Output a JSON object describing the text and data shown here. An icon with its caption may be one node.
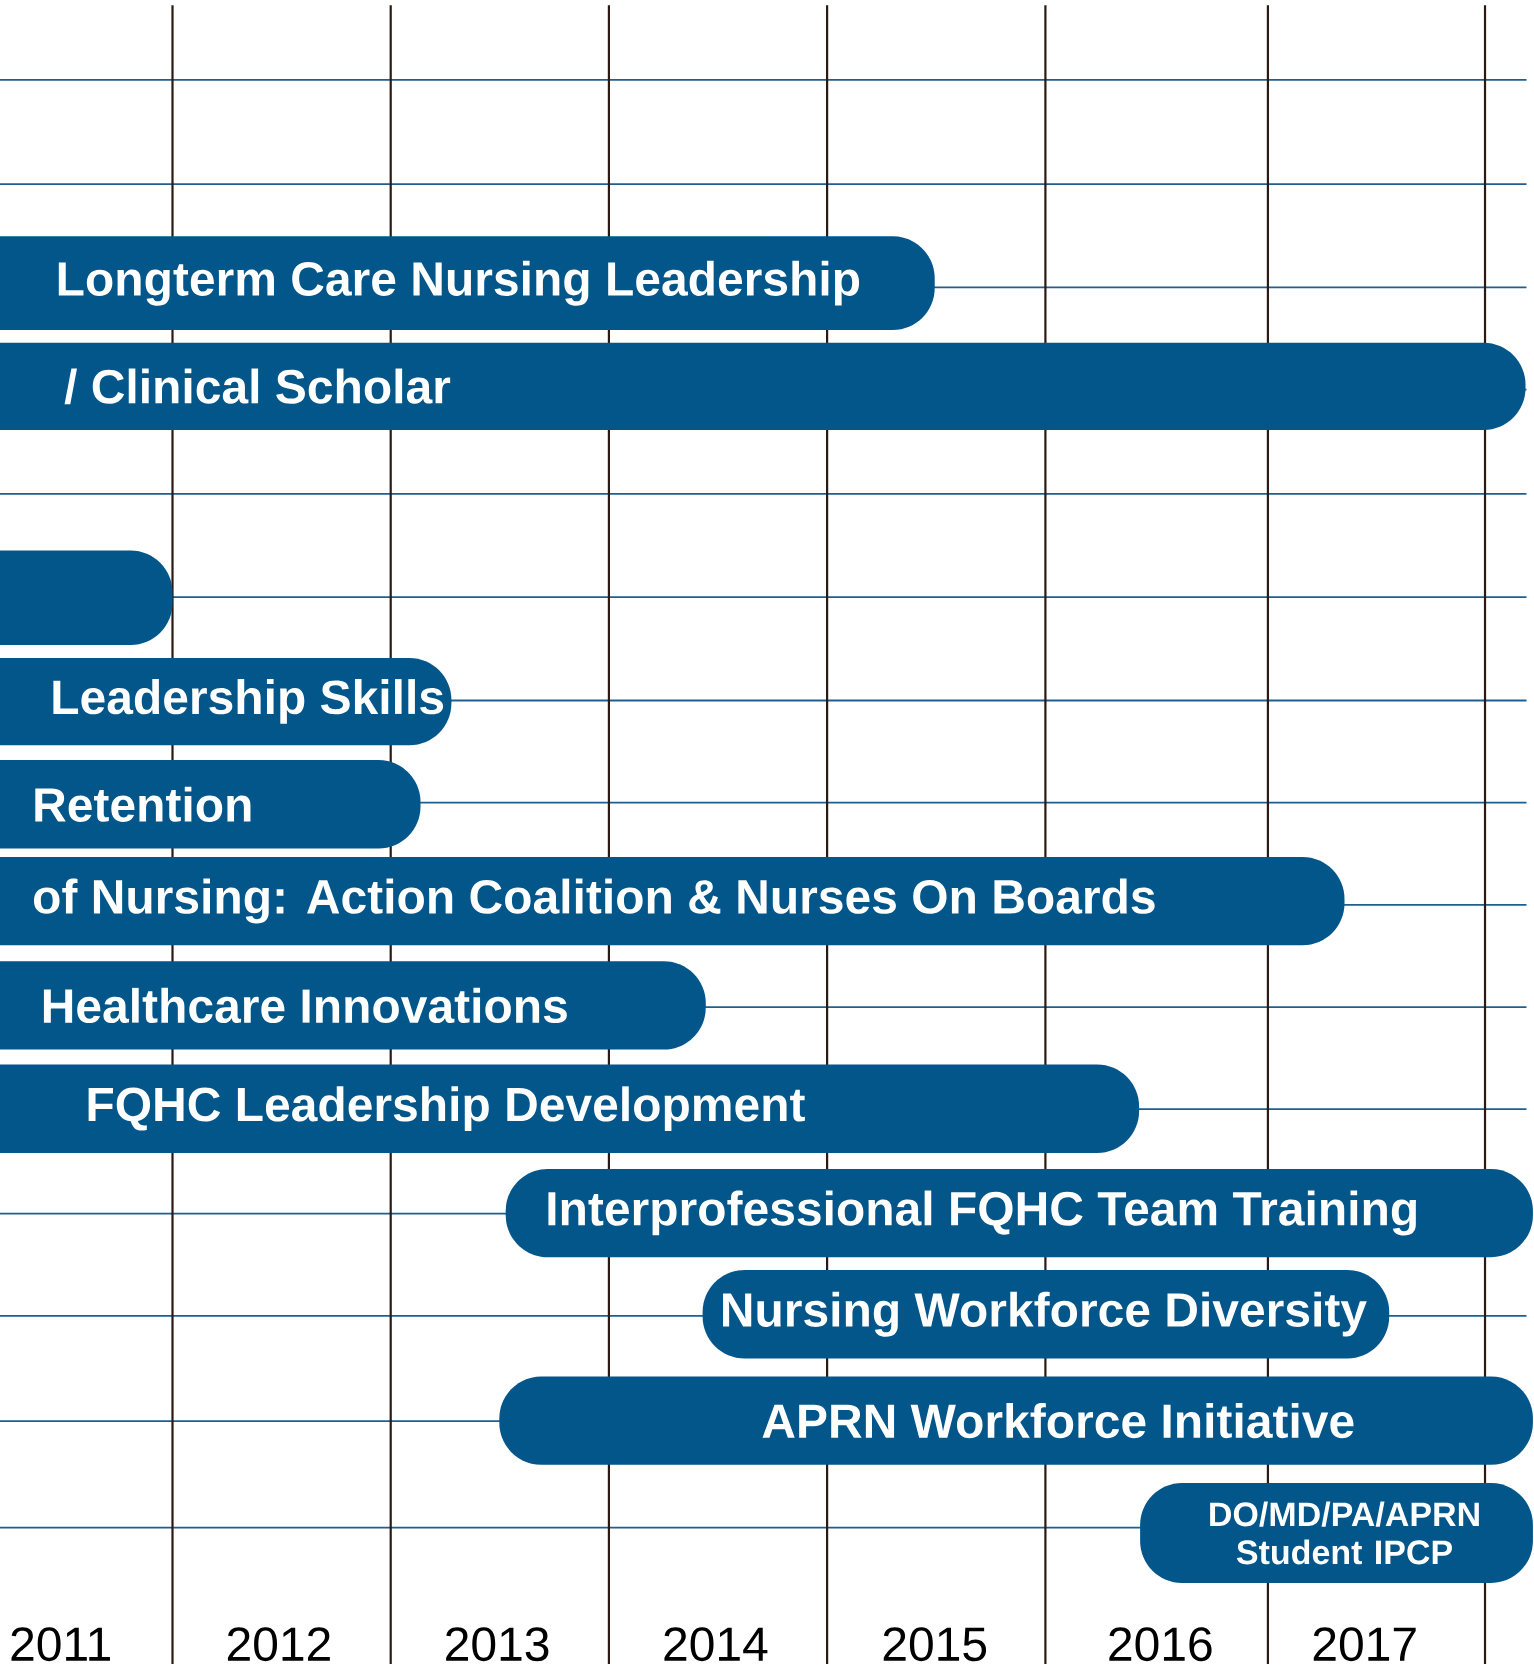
{
  "diagram": {
    "nodes": [
      {
        "text": [
          "Longterm Care Nursing Leadership"
        ]
      },
      {
        "text": [
          "/ Clinical Scholar"
        ]
      },
      {
        "text": [],
        "shape": "bar"
      },
      {
        "text": [
          "Leadership Skills"
        ]
      },
      {
        "text": [
          "Retention"
        ]
      },
      {
        "text": [
          "of Nursing: Action Coalition & Nurses On Boards"
        ]
      },
      {
        "text": [
          "Healthcare Innovations"
        ]
      },
      {
        "text": [
          "FQHC Leadership Development"
        ]
      },
      {
        "text": [
          "Interprofessional FQHC Team Training"
        ]
      },
      {
        "text": [
          "Nursing Workforce Diversity"
        ]
      },
      {
        "text": [
          "APRN Workforce Initiative"
        ]
      },
      {
        "text": [
          "DO/MD/PA/APRN Student IPCP"
        ]
      }
    ],
    "labels": [
      "2011",
      "2012",
      "2013",
      "2014",
      "2015",
      "2016",
      "2017"
    ]
  }
}
